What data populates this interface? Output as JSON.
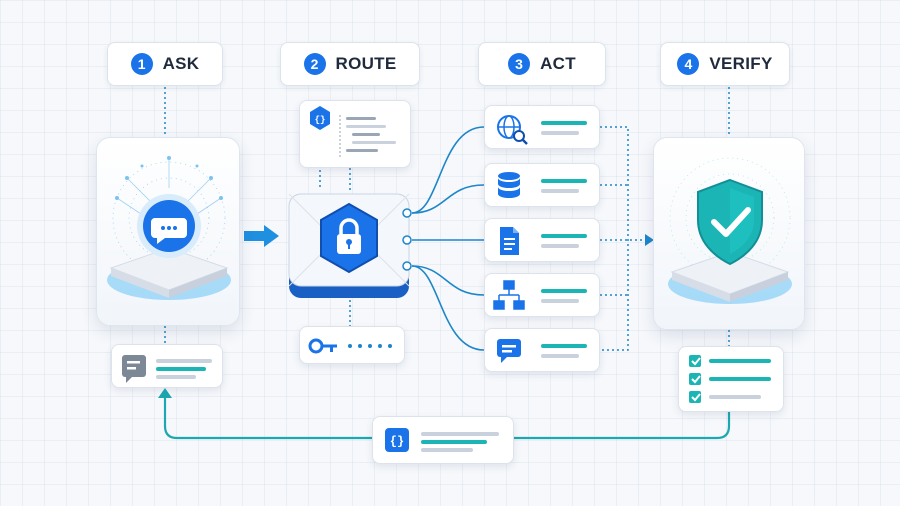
{
  "steps": [
    {
      "number": "1",
      "title": "ASK"
    },
    {
      "number": "2",
      "title": "ROUTE"
    },
    {
      "number": "3",
      "title": "ACT"
    },
    {
      "number": "4",
      "title": "VERIFY"
    }
  ],
  "colors": {
    "accent": "#1a73e8",
    "teal": "#1cb5b5",
    "glow": "#49b8f5",
    "line": "#1d86c9",
    "placeholder": "#c9d1dc"
  },
  "icons": {
    "ask": "chat-bubble-icon",
    "route": "lock-icon",
    "route_code": "code-braces-icon",
    "route_key": "key-icon",
    "act": [
      "globe-search-icon",
      "database-icon",
      "document-icon",
      "hierarchy-icon",
      "message-icon"
    ],
    "verify": "shield-check-icon",
    "verify_list": "checklist-icon",
    "feedback": "code-braces-icon",
    "ask_note": "note-icon"
  },
  "code_glyph": "{}"
}
